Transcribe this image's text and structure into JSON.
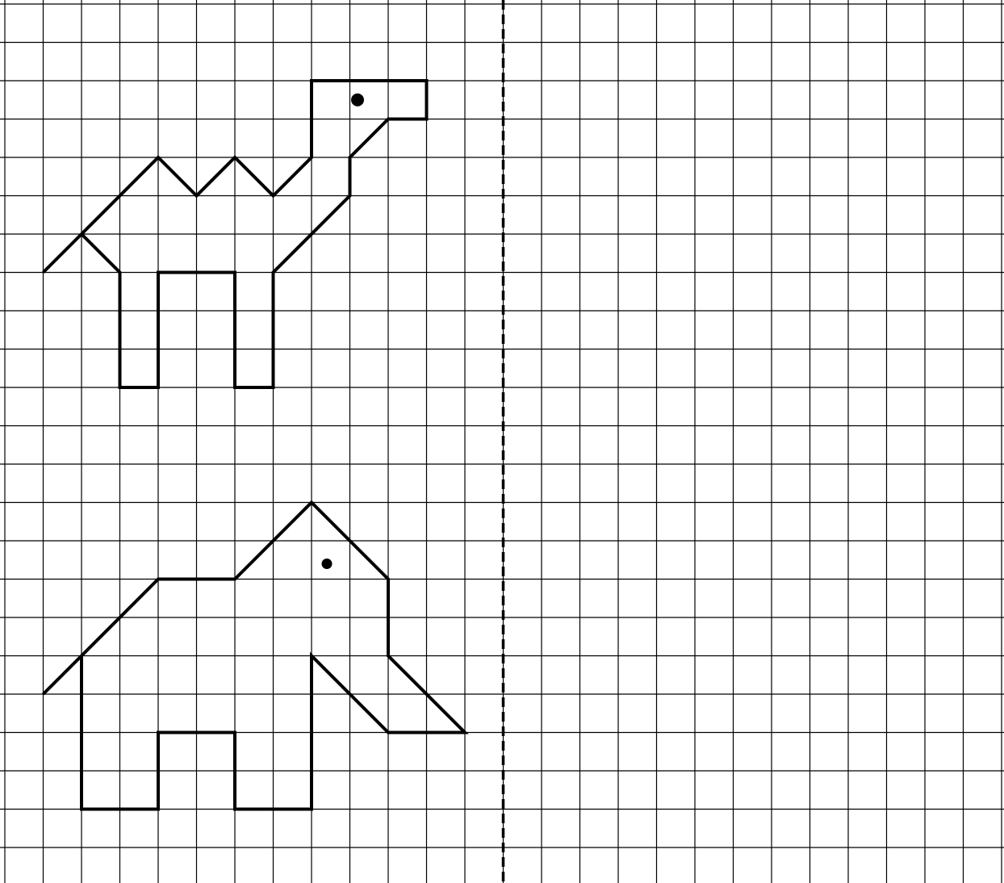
{
  "worksheet": {
    "type": "grid drawing mirror exercise",
    "grid": {
      "columns": 26,
      "rows": 23
    },
    "mirror_axis_column": 13,
    "colors": {
      "ink": "#000000",
      "paper": "#ffffff"
    }
  },
  "figures": [
    {
      "id": "camel",
      "icon": "camel-outline",
      "outline_cells": [
        [
          1,
          7
        ],
        [
          2,
          6
        ],
        [
          4,
          4
        ],
        [
          5,
          5
        ],
        [
          6,
          4
        ],
        [
          7,
          5
        ],
        [
          8,
          4
        ],
        [
          8,
          2
        ],
        [
          11,
          2
        ],
        [
          11,
          3
        ],
        [
          10,
          3
        ],
        [
          9,
          4
        ],
        [
          9,
          5
        ],
        [
          7,
          7
        ],
        [
          7,
          10
        ],
        [
          6,
          10
        ],
        [
          6,
          7
        ],
        [
          4,
          7
        ],
        [
          4,
          10
        ],
        [
          3,
          10
        ],
        [
          3,
          7
        ],
        [
          2,
          6
        ]
      ],
      "eye_cell": [
        9.2,
        2.5
      ]
    },
    {
      "id": "animal",
      "icon": "elephant-outline",
      "outline_cells": [
        [
          1,
          18
        ],
        [
          2,
          17
        ],
        [
          4,
          15
        ],
        [
          6,
          15
        ],
        [
          8,
          13
        ],
        [
          10,
          15
        ],
        [
          10,
          17
        ],
        [
          12,
          19
        ],
        [
          10,
          19
        ],
        [
          8,
          17
        ],
        [
          8,
          21
        ],
        [
          6,
          21
        ],
        [
          6,
          19
        ],
        [
          4,
          19
        ],
        [
          4,
          21
        ],
        [
          2,
          21
        ],
        [
          2,
          17
        ]
      ],
      "eye_cell": [
        8.4,
        14.6
      ]
    }
  ]
}
